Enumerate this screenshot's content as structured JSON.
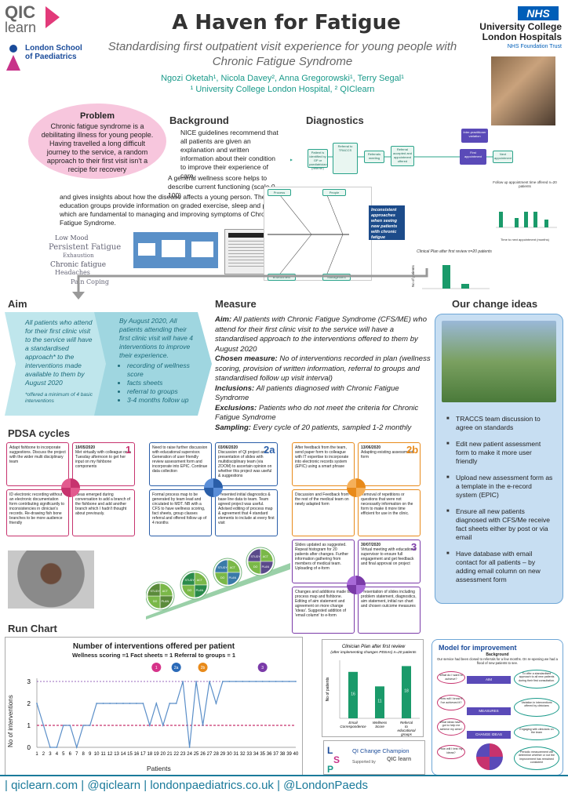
{
  "header": {
    "title": "A Haven for Fatigue",
    "subtitle": "Standardising first outpatient visit experience for young people with Chronic Fatigue Syndrome",
    "authors": "Ngozi Oketah¹, Nicola Davey², Anna Gregorowski¹, Terry Segal¹",
    "affiliations": "¹ University College London Hospital,  ² QIClearn"
  },
  "logos": {
    "qic_1": "QIC",
    "qic_2": "learn",
    "lsp": "London School of Paediatrics",
    "nhs": "NHS",
    "nhs_trust": "University College London Hospitals",
    "nhs_sub": "NHS Foundation Trust"
  },
  "problem": {
    "heading": "Problem",
    "text": "Chronic fatigue syndrome is a debilitating illness for young people. Having travelled a long difficult journey to the service, a random approach to their first visit isn't a recipe for recovery"
  },
  "background": {
    "heading": "Background",
    "p1": "NICE guidelines recommend that all patients are given an explanation and written information about their condition to improve their experience of care.",
    "p2": "A general wellness score helps to describe current functioning (scale 0-100)",
    "p3": "and gives insights about how the disease affects a young person. The education groups provide information on graded exercise, sleep and pacing which are fundamental to managing and improving symptoms of Chronic Fatigue Syndrome."
  },
  "diagnostics": {
    "heading": "Diagnostics",
    "flow": [
      "Patient is identified by GP or paediatrician (referrer)",
      "Referral to TRACCS",
      "Referrals meeting",
      "Referral accepted and appointment offered",
      "First appointment",
      "Next appointment"
    ],
    "inter_variation": "Inter-practitioner variation",
    "fishbone_effect": "Inconsistent approaches when seeing new patients with chronic fatigue",
    "fishbone_cats": [
      "Process",
      "People",
      "Environment",
      "Management"
    ],
    "chart_a_title": "Follow up appointment time offered n=20 patients",
    "chart_a_xlabel": "Time to next appointment (months)",
    "chart_b_title": "Clinical Plan after first review n=20 patients",
    "chart_b_ylabel": "No of patients"
  },
  "aim": {
    "heading": "Aim",
    "text1": "All patients who attend for their first clinic visit to the service will have a standardised approach* to the interventions made available to them by August 2020",
    "footnote": "*offered a minimum of 4 basic interventions",
    "text2": "By August 2020, All patients attending their first clinic visit will have 4 interventions to improve their experience.",
    "bullets": [
      "recording of wellness score",
      "facts sheets",
      "referral to groups",
      "3-4 months follow up"
    ]
  },
  "measure": {
    "heading": "Measure",
    "aim_label": "Aim:",
    "aim_text": "All patients with Chronic Fatigue Syndrome (CFS/ME) who attend for their first clinic visit to the service will have a standardised approach to the interventions offered to them by August 2020",
    "chosen_label": "Chosen measure:",
    "chosen_text": "No of interventions recorded in plan (wellness scoring, provision of written information, referral to groups and standardised follow up visit interval)",
    "incl_label": "Inclusions:",
    "incl_text": "All patients diagnosed with Chronic Fatigue Syndrome",
    "excl_label": "Exclusions:",
    "excl_text": "Patients who do not meet the criteria for Chronic Fatigue Syndrome",
    "samp_label": "Sampling:",
    "samp_text": "Every cycle of 20 patients, sampled 1-2 monthly"
  },
  "change_ideas": {
    "heading": "Our change ideas",
    "items": [
      "TRACCS team discussion to agree on standards",
      "Edit new patient assessment form to make it more user friendly",
      "Upload new assessment form as a template in the e-record system (EPIC)",
      "Ensure all new patients diagnosed with CFS/Me receive fact sheets either by post or via email",
      "Have database with email contact for all patients – by adding email column on new assessment form"
    ]
  },
  "pdsa": {
    "heading": "PDSA cycles",
    "c1": {
      "num": "1",
      "tl": "Adapt fishbone to incorporate suggestions. Discuss the project with the wider multi disciplinary team",
      "tr_date": "19/05/2020",
      "tr": "Met virtually with colleague on a Tuesday afternoon to get her input on my fishbone components",
      "bl": "ID electronic recording without an electronic documentation form contributing significantly to inconsistencies in clinician's records. Re-drawing fish bone branches to be more audience friendly",
      "br": "Ideas emerged during conversation to add a branch of the fishbone and add another branch which I hadn't thought about previously."
    },
    "c2a": {
      "num": "2a",
      "tl": "Need to raise further discussion with educational supervisor. Generation of user friendly review assessment form and incorporate into EPIC. Continue data collection",
      "tr_date": "03/06/2020",
      "tr": "Discussion of QI project and presentation of slides with multidisciplinary team (via ZOOM) to ascertain opinion on whether this project was useful & suggestions",
      "bl": "Formal process map to be generated by team lead and circulated to MDT. NB with a CFS to have wellness scoring, fact sheets, group classes referral and offered follow up of 4 months",
      "br": "Presented initial diagnostics & base line data to team. Team agreed project was useful. Advised editing of process map & agreement that 4 standard elements to include at every first visit"
    },
    "c2b": {
      "num": "2b",
      "tl": "After feedback from the team, send paper form to colleague with IT expertise to incorporate into electronic records system (EPIC) using a smart phrase",
      "tr_date": "13/06/2020",
      "tr": "Adapting existing assessment form",
      "bl": "Discussion and Feedback from the rest of the medical team on newly adapted form",
      "br": "Removal of repetitions or questions that were not necessarily information on the form to make it more time efficient for use in the clinic."
    },
    "c3": {
      "num": "3",
      "tl": "Slides updated as suggested. Repeat histogram for 20 patients after changes. Further information gathering from members of medical team. Uploading of e-form",
      "tr_date": "30/07/2020",
      "tr": "Virtual meeting with educational supervisor to ensure full engagement and get feedback and final approval on project",
      "bl": "Changes and additions made to process map and fishbone. Editing of aim statement and agreement on more change 'ideas'. Suggested addition of 'email column' to e-form",
      "br": "Presentation of slides including problem statement, diagnostics, aim statement, initial run chart and chosen outcome measures"
    },
    "cycle_labels": [
      "ACT",
      "PLAN",
      "DO",
      "STUDY"
    ],
    "wheel": [
      "ACT",
      "PLAN",
      "DO",
      "STUDY"
    ]
  },
  "run_chart_heading": "Run Chart",
  "run_chart": {
    "title": "Number of interventions offered per patient",
    "subtitle": "Wellness scoring =1   Fact sheets = 1   Referral to groups = 1",
    "ylabel": "No of interventions",
    "xlabel": "Patients",
    "annotations": [
      {
        "label": "1",
        "x": 19,
        "color": "#d6338a"
      },
      {
        "label": "2a",
        "x": 22,
        "color": "#2a6ab8"
      },
      {
        "label": "2b",
        "x": 26,
        "color": "#e88a1a"
      },
      {
        "label": "3",
        "x": 35,
        "color": "#7a3aa8"
      }
    ]
  },
  "chart_data": [
    {
      "type": "line",
      "title": "Number of interventions offered per patient",
      "xlabel": "Patients",
      "ylabel": "No of interventions",
      "x": [
        1,
        2,
        3,
        4,
        5,
        6,
        7,
        8,
        9,
        10,
        11,
        12,
        13,
        14,
        15,
        16,
        17,
        18,
        19,
        20,
        21,
        22,
        23,
        24,
        25,
        26,
        27,
        28,
        29,
        30,
        31,
        32,
        33,
        34,
        35,
        36,
        37,
        38,
        39,
        40
      ],
      "series": [
        {
          "values": [
            2,
            1,
            0,
            0,
            1,
            1,
            0,
            1,
            1,
            2,
            2,
            2,
            2,
            2,
            2,
            2,
            2,
            1,
            2,
            1,
            2,
            2,
            3,
            0,
            3,
            1,
            3,
            2,
            3,
            3,
            3,
            3,
            3,
            3,
            3,
            3,
            3,
            3,
            3,
            3
          ]
        }
      ],
      "median": 1,
      "target": 3,
      "xlim": [
        1,
        40
      ],
      "ylim": [
        0,
        3
      ]
    },
    {
      "type": "bar",
      "title": "Clinician Plan after first review",
      "subtitle": "(after implementing changes PDSAs) n=20 patients",
      "categories": [
        "Email Correspondence",
        "Wellness Score",
        "Referral to educational groups"
      ],
      "values": [
        16,
        11,
        18
      ],
      "ylabel": "No of patients",
      "ylim": [
        0,
        20
      ]
    }
  ],
  "improvement": {
    "heading": "Model for improvement",
    "sub": "Background",
    "intro": "Our service had been closed to referrals for a few months. On re-opening we had a flood of new patients to see.",
    "q1": "What do I want to achieve?",
    "a1": "To offer a standardised approach to all new patients during their first consultation.",
    "q2": "How will I know if I've achieved it?",
    "a2": "Variation in interventions offered by clinicians",
    "q3": "What ideas have I got to help me achieve my aims?",
    "a3": "Engaging with clinicians on the team",
    "q4": "How will I test my ideas?",
    "a4": "Periodic measurement will determine whether or not the improvement has remained consistent",
    "bands": [
      "AIM",
      "MEASURES",
      "CHANGE IDEAS"
    ]
  },
  "champion": {
    "text": "QI Change Champion",
    "supported": "Supported by",
    "org": "QIC learn"
  },
  "footer": "| qiclearn.com | @qiclearn | londonpaediatrics.co.uk | @LondonPaeds"
}
